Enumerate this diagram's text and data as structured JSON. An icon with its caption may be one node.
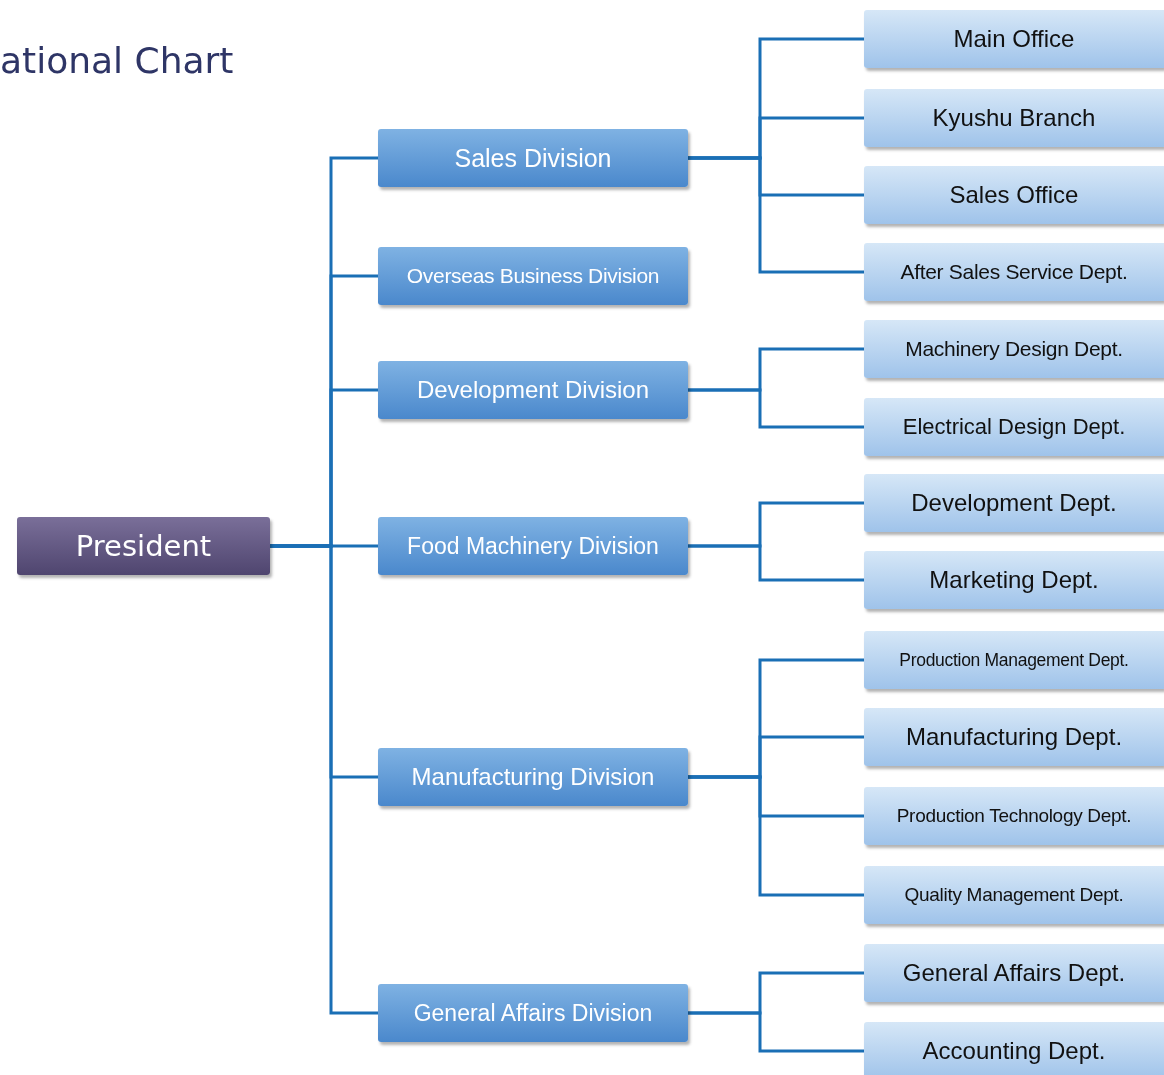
{
  "diagram": {
    "title": "ational Chart",
    "nodes": [
      {
        "text": [
          "President"
        ]
      },
      {
        "text": [
          "Sales Division"
        ]
      },
      {
        "text": [
          "Main Office"
        ]
      },
      {
        "text": [
          "Kyushu Branch"
        ]
      },
      {
        "text": [
          "Sales Office"
        ]
      },
      {
        "text": [
          "After Sales Service Dept."
        ]
      },
      {
        "text": [
          "Overseas Business Division"
        ]
      },
      {
        "text": [
          "Development Division"
        ]
      },
      {
        "text": [
          "Machinery Design Dept."
        ]
      },
      {
        "text": [
          "Electrical Design Dept."
        ]
      },
      {
        "text": [
          "Food Machinery Division"
        ]
      },
      {
        "text": [
          "Development Dept."
        ]
      },
      {
        "text": [
          "Marketing Dept."
        ]
      },
      {
        "text": [
          "Manufacturing Division"
        ]
      },
      {
        "text": [
          "Production Management Dept."
        ]
      },
      {
        "text": [
          "Manufacturing Dept."
        ]
      },
      {
        "text": [
          "Production Technology Dept."
        ]
      },
      {
        "text": [
          "Quality Management Dept."
        ]
      },
      {
        "text": [
          "General Affairs Division"
        ]
      },
      {
        "text": [
          "General Affairs Dept."
        ]
      },
      {
        "text": [
          "Accounting Dept."
        ]
      }
    ],
    "edges": [
      {
        "from": 0,
        "to": 1,
        "arrow": "none"
      },
      {
        "from": 0,
        "to": 6,
        "arrow": "none"
      },
      {
        "from": 0,
        "to": 7,
        "arrow": "none"
      },
      {
        "from": 0,
        "to": 10,
        "arrow": "none"
      },
      {
        "from": 0,
        "to": 13,
        "arrow": "none"
      },
      {
        "from": 0,
        "to": 18,
        "arrow": "none"
      },
      {
        "from": 1,
        "to": 2,
        "arrow": "none"
      },
      {
        "from": 1,
        "to": 3,
        "arrow": "none"
      },
      {
        "from": 1,
        "to": 4,
        "arrow": "none"
      },
      {
        "from": 1,
        "to": 5,
        "arrow": "none"
      },
      {
        "from": 7,
        "to": 8,
        "arrow": "none"
      },
      {
        "from": 7,
        "to": 9,
        "arrow": "none"
      },
      {
        "from": 10,
        "to": 11,
        "arrow": "none"
      },
      {
        "from": 10,
        "to": 12,
        "arrow": "none"
      },
      {
        "from": 13,
        "to": 14,
        "arrow": "none"
      },
      {
        "from": 13,
        "to": 15,
        "arrow": "none"
      },
      {
        "from": 13,
        "to": 16,
        "arrow": "none"
      },
      {
        "from": 13,
        "to": 17,
        "arrow": "none"
      },
      {
        "from": 18,
        "to": 19,
        "arrow": "none"
      },
      {
        "from": 18,
        "to": 20,
        "arrow": "none"
      }
    ]
  }
}
